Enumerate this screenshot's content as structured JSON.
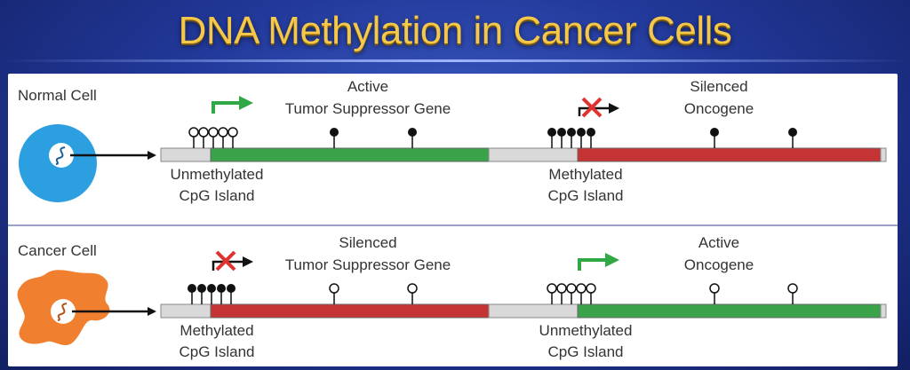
{
  "title": "DNA Methylation in Cancer Cells",
  "colors": {
    "active_gene": "#3aa34a",
    "silenced_gene": "#c43434",
    "cpg_island": "#d9d9d9",
    "arrow_active": "#2fa845",
    "cross": "#e0322e",
    "normal_cell": "#2c9fe0",
    "cancer_cell": "#f08030"
  },
  "normal": {
    "cell_label": "Normal Cell",
    "left_gene": {
      "status": "Active",
      "name": "Tumor Suppressor Gene"
    },
    "right_gene": {
      "status": "Silenced",
      "name": "Oncogene"
    },
    "left_island": {
      "line1": "Unmethylated",
      "line2": "CpG Island"
    },
    "right_island": {
      "line1": "Methylated",
      "line2": "CpG Island"
    }
  },
  "cancer": {
    "cell_label": "Cancer Cell",
    "left_gene": {
      "status": "Silenced",
      "name": "Tumor Suppressor Gene"
    },
    "right_gene": {
      "status": "Active",
      "name": "Oncogene"
    },
    "left_island": {
      "line1": "Methylated",
      "line2": "CpG Island"
    },
    "right_island": {
      "line1": "Unmethylated",
      "line2": "CpG Island"
    }
  }
}
